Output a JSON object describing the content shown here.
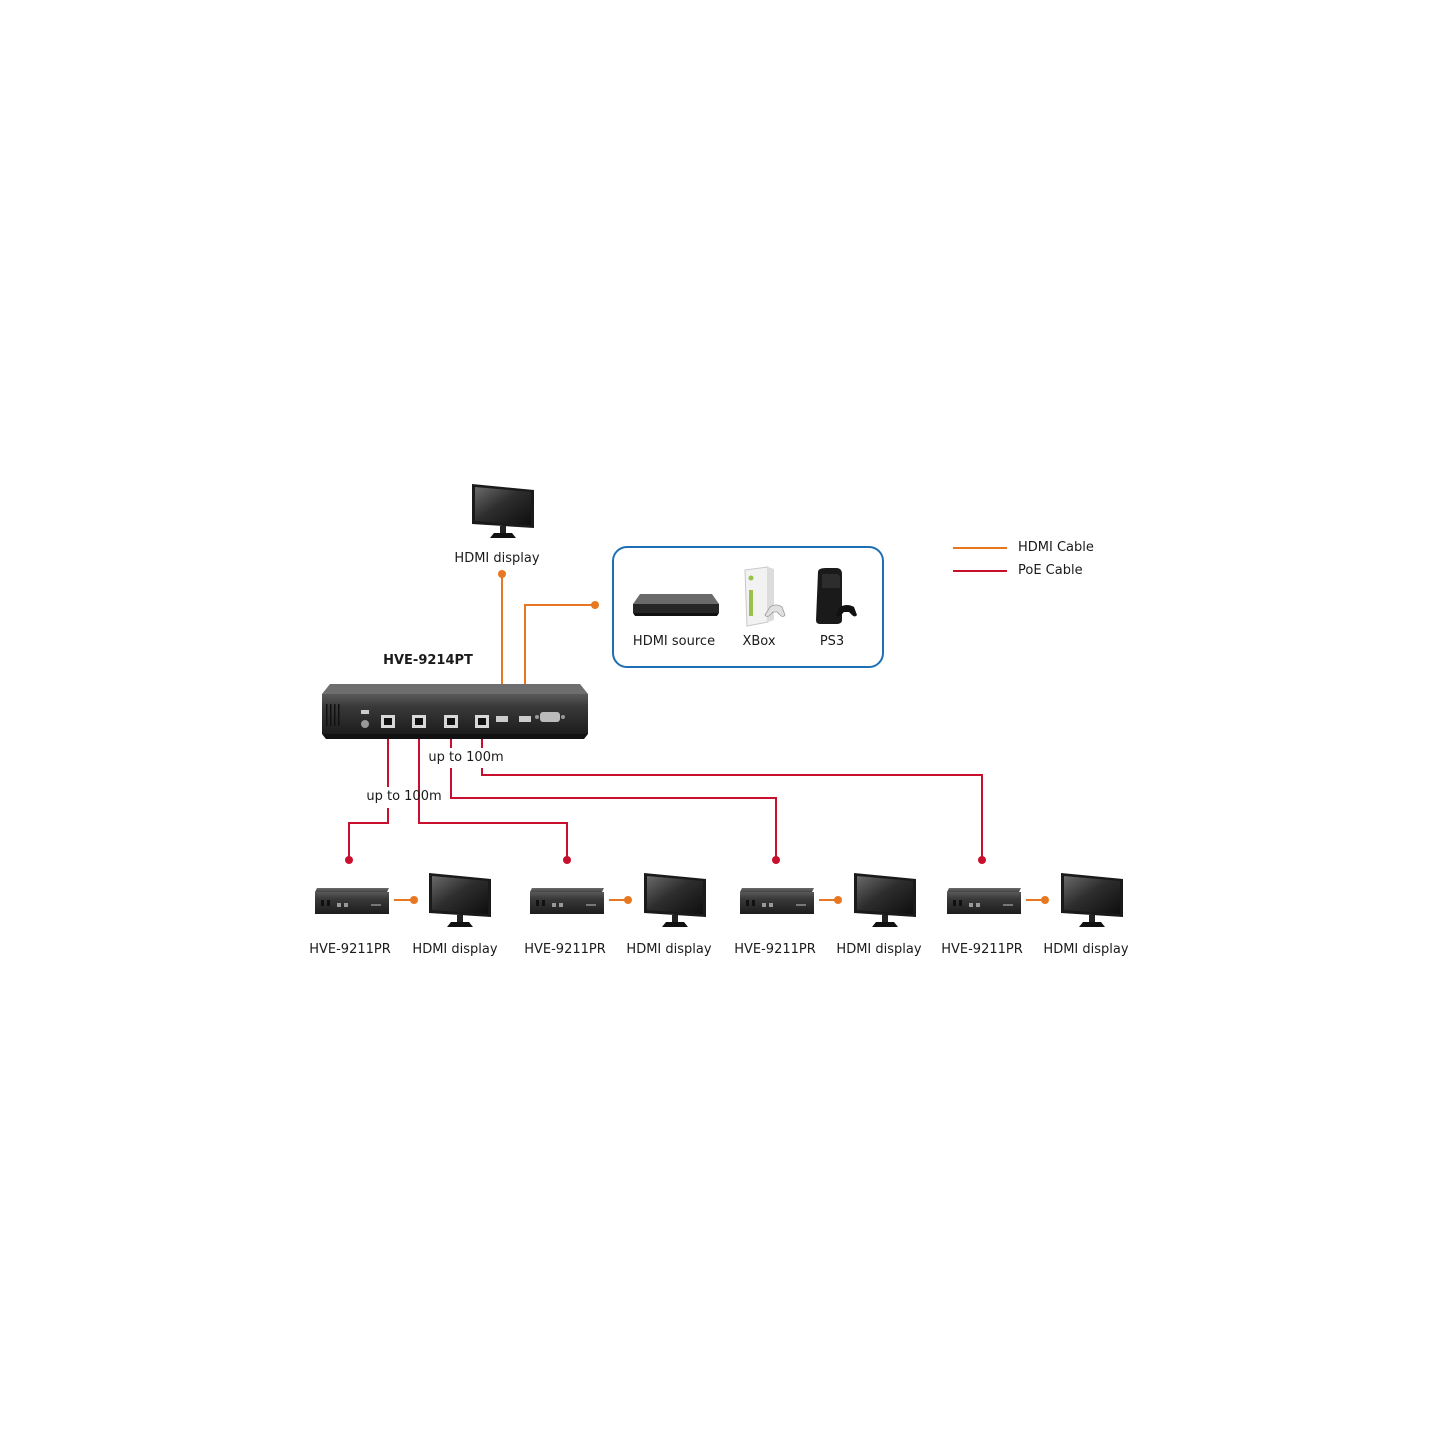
{
  "legend": {
    "hdmi_label": "HDMI Cable",
    "poe_label": "PoE Cable"
  },
  "colors": {
    "hdmi": "#e87722",
    "poe": "#c8102e",
    "frame": "#1f6fb5",
    "device": "#2b2b2b"
  },
  "transmitter": {
    "label": "HVE-9214PT"
  },
  "top_display": {
    "label": "HDMI display"
  },
  "sources": [
    {
      "label": "HDMI source",
      "icon": "hdmi-source-box-icon"
    },
    {
      "label": "XBox",
      "icon": "xbox-console-icon"
    },
    {
      "label": "PS3",
      "icon": "ps3-console-icon"
    }
  ],
  "distance_labels": [
    "up to 100m",
    "up to 100m"
  ],
  "receivers": [
    {
      "receiver_label": "HVE-9211PR",
      "display_label": "HDMI display"
    },
    {
      "receiver_label": "HVE-9211PR",
      "display_label": "HDMI display"
    },
    {
      "receiver_label": "HVE-9211PR",
      "display_label": "HDMI display"
    },
    {
      "receiver_label": "HVE-9211PR",
      "display_label": "HDMI display"
    }
  ]
}
